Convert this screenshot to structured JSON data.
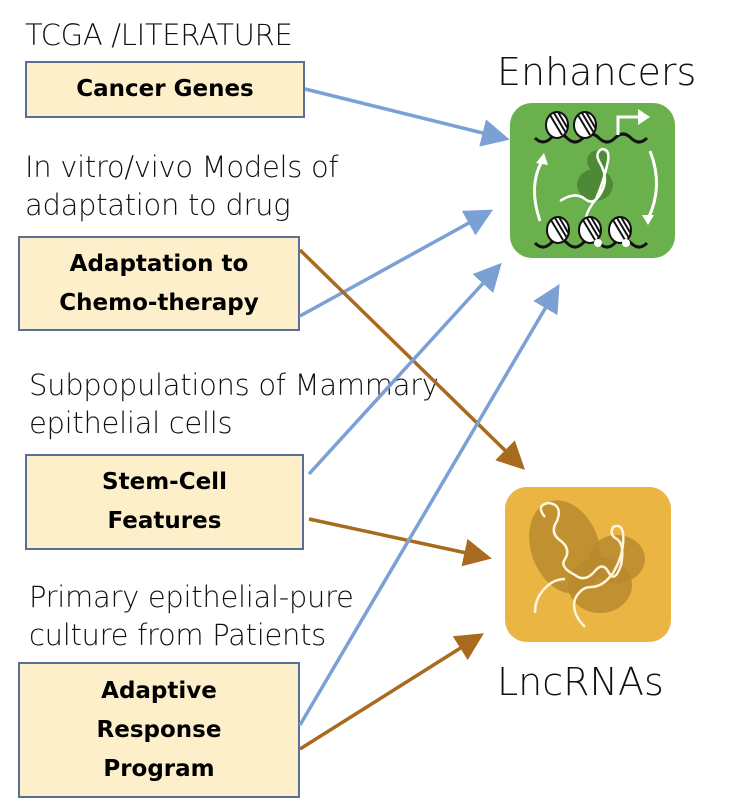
{
  "sources": [
    {
      "caption": [
        "TCGA /LITERATURE"
      ],
      "box": [
        "Cancer Genes"
      ]
    },
    {
      "caption": [
        "In vitro/vivo Models of",
        "adaptation to drug"
      ],
      "box": [
        "Adaptation to",
        "Chemo-therapy"
      ]
    },
    {
      "caption": [
        "Subpopulations of Mammary",
        "epithelial cells"
      ],
      "box": [
        "Stem-Cell",
        "Features"
      ]
    },
    {
      "caption": [
        "Primary epithelial-pure",
        "culture from Patients"
      ],
      "box": [
        "Adaptive",
        "Response",
        "Program"
      ]
    }
  ],
  "targets": {
    "enhancers": {
      "label": "Enhancers",
      "icon": "chromatin-enhancer-icon",
      "color": "#6ab04c"
    },
    "lncrnas": {
      "label": "LncRNAs",
      "icon": "lncrna-icon",
      "color": "#eab543"
    }
  },
  "edges": [
    {
      "from": "Cancer Genes",
      "to": "Enhancers",
      "color": "#7aa0d4"
    },
    {
      "from": "Adaptation to Chemo-therapy",
      "to": "Enhancers",
      "color": "#7aa0d4"
    },
    {
      "from": "Adaptation to Chemo-therapy",
      "to": "LncRNAs",
      "color": "#a86b1e"
    },
    {
      "from": "Stem-Cell Features",
      "to": "Enhancers",
      "color": "#7aa0d4"
    },
    {
      "from": "Stem-Cell Features",
      "to": "LncRNAs",
      "color": "#a86b1e"
    },
    {
      "from": "Adaptive Response Program",
      "to": "Enhancers",
      "color": "#7aa0d4"
    },
    {
      "from": "Adaptive Response Program",
      "to": "LncRNAs",
      "color": "#a86b1e"
    }
  ],
  "colors": {
    "box_fill": "#fcefc9",
    "box_border": "#5a6f95",
    "enhancer_edge": "#7aa0d4",
    "lncrna_edge": "#a86b1e"
  }
}
